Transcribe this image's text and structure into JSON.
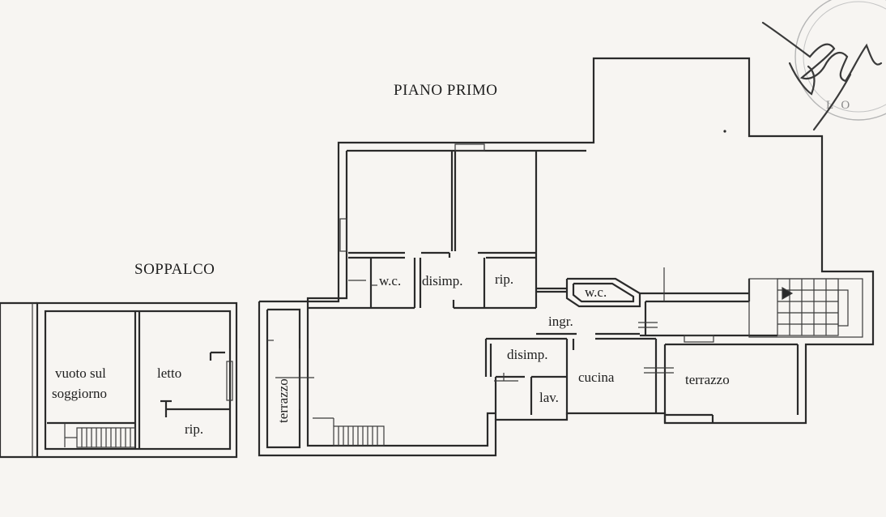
{
  "titles": {
    "piano_primo": "PIANO PRIMO",
    "soppalco": "SOPPALCO"
  },
  "rooms": {
    "wc_1": "w.c.",
    "disimp_1": "disimp.",
    "rip_1": "rip.",
    "wc_2": "w.c.",
    "ingr": "ingr.",
    "disimp_2": "disimp.",
    "cucina": "cucina",
    "lav": "lav.",
    "terrazzo_1": "terrazzo",
    "terrazzo_2": "terrazzo",
    "vuoto_line1": "vuoto sul",
    "vuoto_line2": "soggiorno",
    "letto": "letto",
    "rip_2": "rip."
  },
  "stamp": {
    "text": "L O"
  },
  "colors": {
    "paper": "#f7f5f2",
    "ink": "#2a2a2a"
  }
}
